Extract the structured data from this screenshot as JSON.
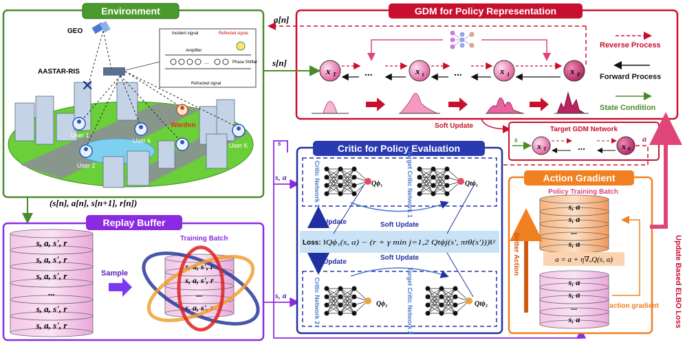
{
  "environment": {
    "title": "Environment",
    "geo": "GEO",
    "ris": "AASTAR-RIS",
    "panel": {
      "incident": "Incident signal",
      "reflected": "Reflected signal",
      "amplifier": "Amplifier",
      "phase": "Phase Shifter",
      "refracted": "Refracted signal",
      "dots": "..."
    },
    "warden": "Warden",
    "users": [
      "User 1",
      "User k",
      "User 2",
      "User K"
    ]
  },
  "gdm": {
    "title": "GDM for Policy Representation",
    "a_signal": "a[n]",
    "s_signal": "s[n]",
    "nodes": [
      "x",
      "x",
      "x",
      "x"
    ],
    "node_subs": [
      "T",
      "t",
      "1",
      "0"
    ],
    "dots": "...",
    "legend": {
      "reverse": "Reverse Process",
      "forward": "Forward Process",
      "state": "State Condition"
    },
    "soft_update": "Soft Update"
  },
  "target_gdm": {
    "title": "Target GDM Network",
    "s": "s",
    "a": "a",
    "node_start": "x",
    "node_start_sub": "T",
    "node_end": "x",
    "node_end_sub": "0",
    "dots": "..."
  },
  "transition": "(s[n], a[n], s[n+1], r[n])",
  "replay": {
    "title": "Replay Buffer",
    "rows": [
      "s, a, s', r",
      "s, a, s', r",
      "s, a, s', r",
      "...",
      "s, a, s', r",
      "s, a, s', r"
    ],
    "sample": "Sample",
    "batch_title": "Training Batch",
    "batch_rows": [
      "s, a, s', r",
      "s, a, s', r",
      "...",
      "s, a, s', r"
    ]
  },
  "critic": {
    "title": "Critic for Policy Evaluation",
    "net1": "Critic Network 1",
    "tnet1": "Target Critic Network 1",
    "net2": "Critic Network 2",
    "tnet2": "Target Critic Network 2",
    "q1": "Qϕ₁",
    "tq1": "Qtϕ₁",
    "q2": "Qϕ₂",
    "tq2": "Qtϕ₂",
    "update": "Update",
    "soft_update": "Soft Update",
    "loss_label": "Loss:",
    "loss_formula": "‖Qϕ₁(s, a) − (r + γ min j=1,2 Qtϕj(s', πtθ(s')))‖²",
    "input_s": "s",
    "input_sa_top": "s, a",
    "input_sa_bottom": "s, a"
  },
  "action": {
    "title": "Action Gradient",
    "batch_title": "Policy Training Batch",
    "top_rows": [
      "s, a",
      "s, a",
      "...",
      "s, a"
    ],
    "bottom_rows": [
      "s, a",
      "s, a",
      "...",
      "s, a"
    ],
    "formula": "a = a + η∇ₐQ(s, a)",
    "better": "Better Action",
    "grad_label": "action gradient",
    "elbo": "Update Based ELBO Loss"
  },
  "colors": {
    "green": "#4a8a2a",
    "red": "#c8102e",
    "blue": "#2030a0",
    "purple": "#8a2be2",
    "orange": "#f08020",
    "pink": "#e0457a"
  }
}
